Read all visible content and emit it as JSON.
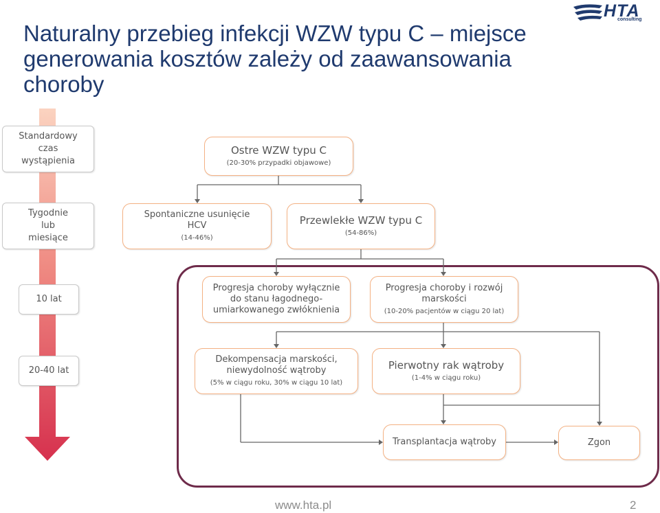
{
  "title": "Naturalny przebieg infekcji WZW typu C – miejsce generowania kosztów zależy od zaawansowania choroby",
  "logo": {
    "text": "HTA",
    "sub": "consulting"
  },
  "timeline": [
    {
      "label": "Standardowy\nczas\nwystąpienia"
    },
    {
      "label": "Tygodnie\nlub\nmiesiące"
    },
    {
      "label": "10 lat"
    },
    {
      "label": "20-40 lat"
    }
  ],
  "nodes": {
    "acute": {
      "label": "Ostre WZW typu C",
      "sub": "(20-30% przypadki objawowe)"
    },
    "spontaneous": {
      "label": "Spontaniczne usunięcie\nHCV",
      "sub": "(14-46%)"
    },
    "chronic": {
      "label": "Przewlekłe WZW typu C",
      "sub": "(54-86%)"
    },
    "progression_mild": {
      "label": "Progresja choroby wyłącznie\ndo stanu łagodnego-\numiarkowanego zwłóknienia",
      "sub": ""
    },
    "progression_cirrhosis": {
      "label": "Progresja choroby i rozwój\nmarskości",
      "sub": "(10-20% pacjentów w ciągu 20 lat)"
    },
    "decompensation": {
      "label": "Dekompensacja marskości,\nniewydolność wątroby",
      "sub": "(5% w ciągu roku, 30% w ciągu 10 lat)"
    },
    "hcc": {
      "label": "Pierwotny rak wątroby",
      "sub": "(1-4% w ciągu roku)"
    },
    "transplant": {
      "label": "Transplantacja wątroby",
      "sub": ""
    },
    "death": {
      "label": "Zgon",
      "sub": ""
    }
  },
  "footer": {
    "url": "www.hta.pl",
    "page": "2"
  },
  "colors": {
    "title": "#1f3a6e",
    "node_border": "#f4b183",
    "frame": "#6e2b4a",
    "arrow_top": "#f9c9b4",
    "arrow_bottom": "#d6314e"
  }
}
